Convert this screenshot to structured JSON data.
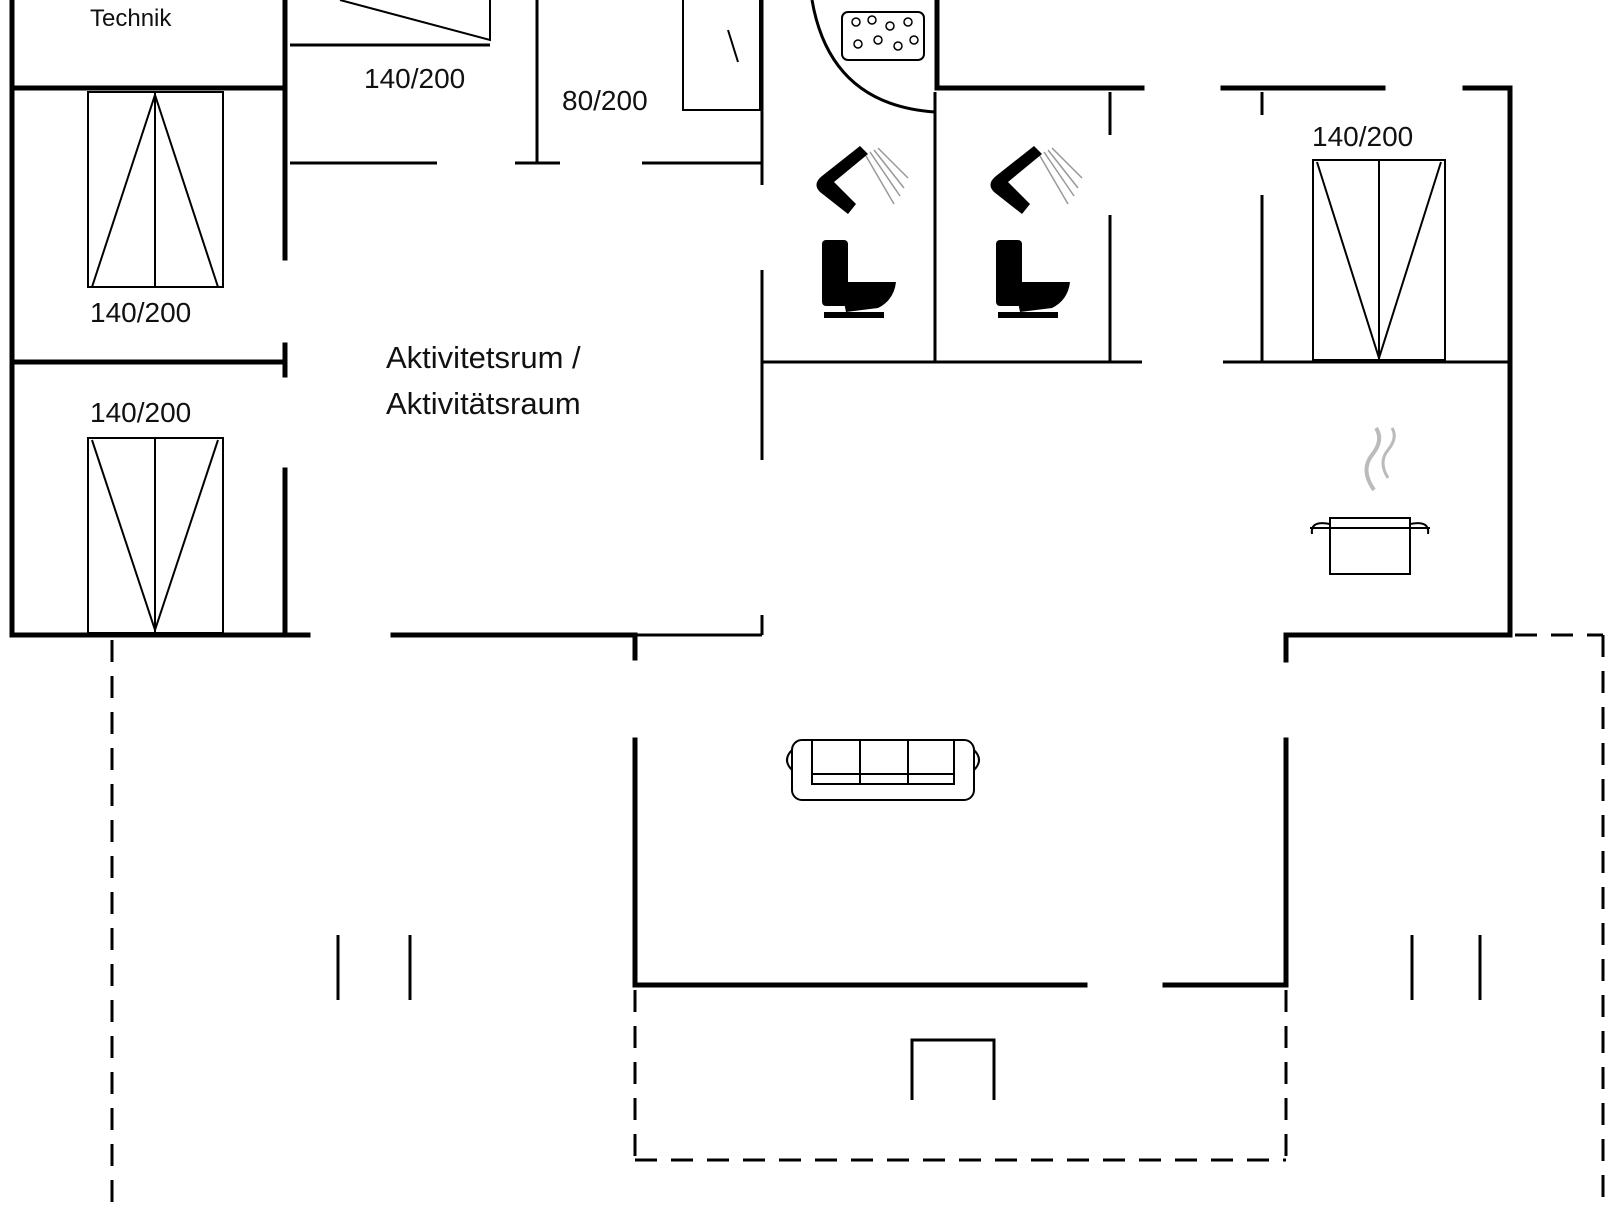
{
  "rooms": {
    "technik": "Technik",
    "activity_line1": "Aktivitetsrum /",
    "activity_line2": "Aktivitätsraum"
  },
  "beds": {
    "top_middle": "140/200",
    "small": "80/200",
    "right": "140/200",
    "left_upper": "140/200",
    "left_lower": "140/200"
  },
  "icons": {
    "shower": "shower-icon",
    "toilet": "toilet-icon",
    "whirlpool": "whirlpool-icon",
    "cooking_pot": "cooking-pot-icon",
    "sofa": "sofa-icon",
    "fireplace": "fireplace-icon"
  }
}
